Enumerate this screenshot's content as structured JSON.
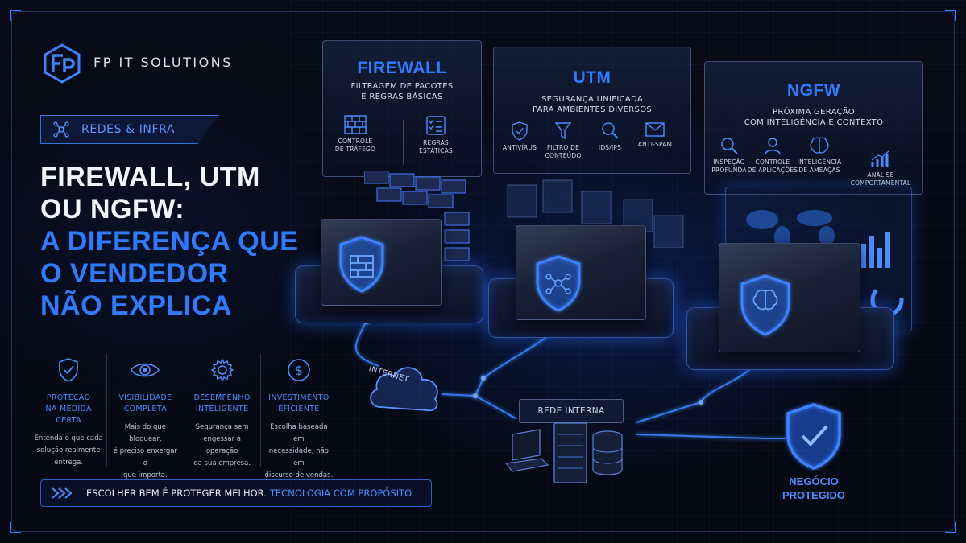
{
  "brand": {
    "name": "FP IT SOLUTIONS",
    "logo_icon": "fp-monogram-icon"
  },
  "tag": {
    "label": "REDES & INFRA",
    "icon": "network-nodes-icon"
  },
  "headline": {
    "line1": "FIREWALL, UTM",
    "line2": "OU NGFW:",
    "line3": "A DIFERENÇA QUE",
    "line4": "O VENDEDOR",
    "line5": "NÃO EXPLICA"
  },
  "features": [
    {
      "icon": "shield-check-icon",
      "title": "PROTEÇÃO\nNA MEDIDA CERTA",
      "desc": "Entenda o que cada\nsolução realmente\nentrega."
    },
    {
      "icon": "eye-icon",
      "title": "VISIBILIDADE\nCOMPLETA",
      "desc": "Mais do que bloquear,\né preciso enxergar o\nque importa."
    },
    {
      "icon": "gear-icon",
      "title": "DESEMPENHO\nINTELIGENTE",
      "desc": "Segurança sem\nengessar a operação\nda sua empresa."
    },
    {
      "icon": "dollar-coin-icon",
      "title": "INVESTIMENTO\nEFICIENTE",
      "desc": "Escolha baseada em\nnecessidade, não em\ndiscurso de vendas."
    }
  ],
  "bottom_bar": {
    "icon": "double-chevron-right-icon",
    "text": "ESCOLHER BEM É PROTEGER MELHOR.",
    "highlight": "TECNOLOGIA COM PROPÓSITO."
  },
  "panels": {
    "firewall": {
      "title": "FIREWALL",
      "subtitle": "FILTRAGEM DE PACOTES\nE REGRAS BÁSICAS",
      "items": [
        {
          "icon": "brick-wall-icon",
          "label": "CONTROLE\nDE TRÁFEGO"
        },
        {
          "icon": "checklist-icon",
          "label": "REGRAS\nESTÁTICAS"
        }
      ]
    },
    "utm": {
      "title": "UTM",
      "subtitle": "SEGURANÇA UNIFICADA\nPARA AMBIENTES DIVERSOS",
      "items": [
        {
          "icon": "shield-check-icon",
          "label": "ANTIVÍRUS"
        },
        {
          "icon": "funnel-icon",
          "label": "FILTRO DE\nCONTEÚDO"
        },
        {
          "icon": "magnifier-icon",
          "label": "IDS/IPS"
        },
        {
          "icon": "envelope-icon",
          "label": "ANTI-SPAM"
        }
      ]
    },
    "ngfw": {
      "title": "NGFW",
      "subtitle": "PRÓXIMA GERAÇÃO\nCOM INTELIGÊNCIA E CONTEXTO",
      "items": [
        {
          "icon": "magnifier-icon",
          "label": "INSPEÇÃO\nPROFUNDA"
        },
        {
          "icon": "user-icon",
          "label": "CONTROLE\nDE APLICAÇÕES"
        },
        {
          "icon": "brain-icon",
          "label": "INTELIGÊNCIA\nDE AMEAÇAS"
        },
        {
          "icon": "bar-chart-icon",
          "label": "ANÁLISE\nCOMPORTAMENTAL"
        }
      ]
    }
  },
  "diagram": {
    "internet": "INTERNET",
    "rede_interna": "REDE INTERNA",
    "negocio": "NEGÓCIO\nPROTEGIDO"
  },
  "colors": {
    "accent": "#2f7bff",
    "background": "#050912",
    "text": "#e6ecf5"
  }
}
